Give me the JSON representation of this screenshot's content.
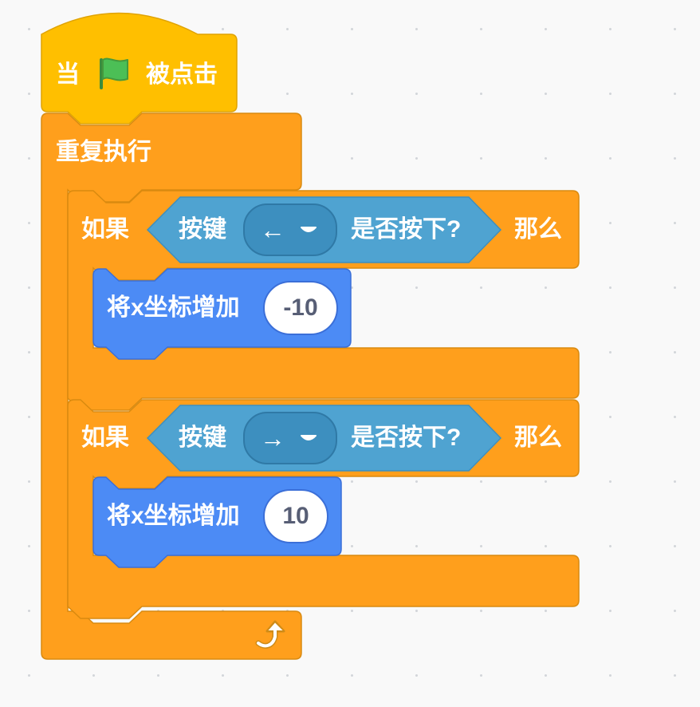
{
  "hat_block": {
    "prefix": "当",
    "suffix": "被点击",
    "flag_icon": "green-flag-icon",
    "color": "#ffbf00"
  },
  "forever_block": {
    "label": "重复执行",
    "loop_icon": "loop-arrow-icon",
    "color": "#ff9f1c"
  },
  "if_blocks": [
    {
      "if_label": "如果",
      "then_label": "那么",
      "sensor": {
        "prefix": "按键",
        "key": "←",
        "suffix": "是否按下?",
        "dropdown_icon": "dropdown-arrow-icon",
        "color": "#4fa3d1"
      },
      "action": {
        "label": "将x坐标增加",
        "value": "-10",
        "color": "#4c8bf5"
      }
    },
    {
      "if_label": "如果",
      "then_label": "那么",
      "sensor": {
        "prefix": "按键",
        "key": "→",
        "suffix": "是否按下?",
        "dropdown_icon": "dropdown-arrow-icon",
        "color": "#4fa3d1"
      },
      "action": {
        "label": "将x坐标增加",
        "value": "10",
        "color": "#4c8bf5"
      }
    }
  ]
}
